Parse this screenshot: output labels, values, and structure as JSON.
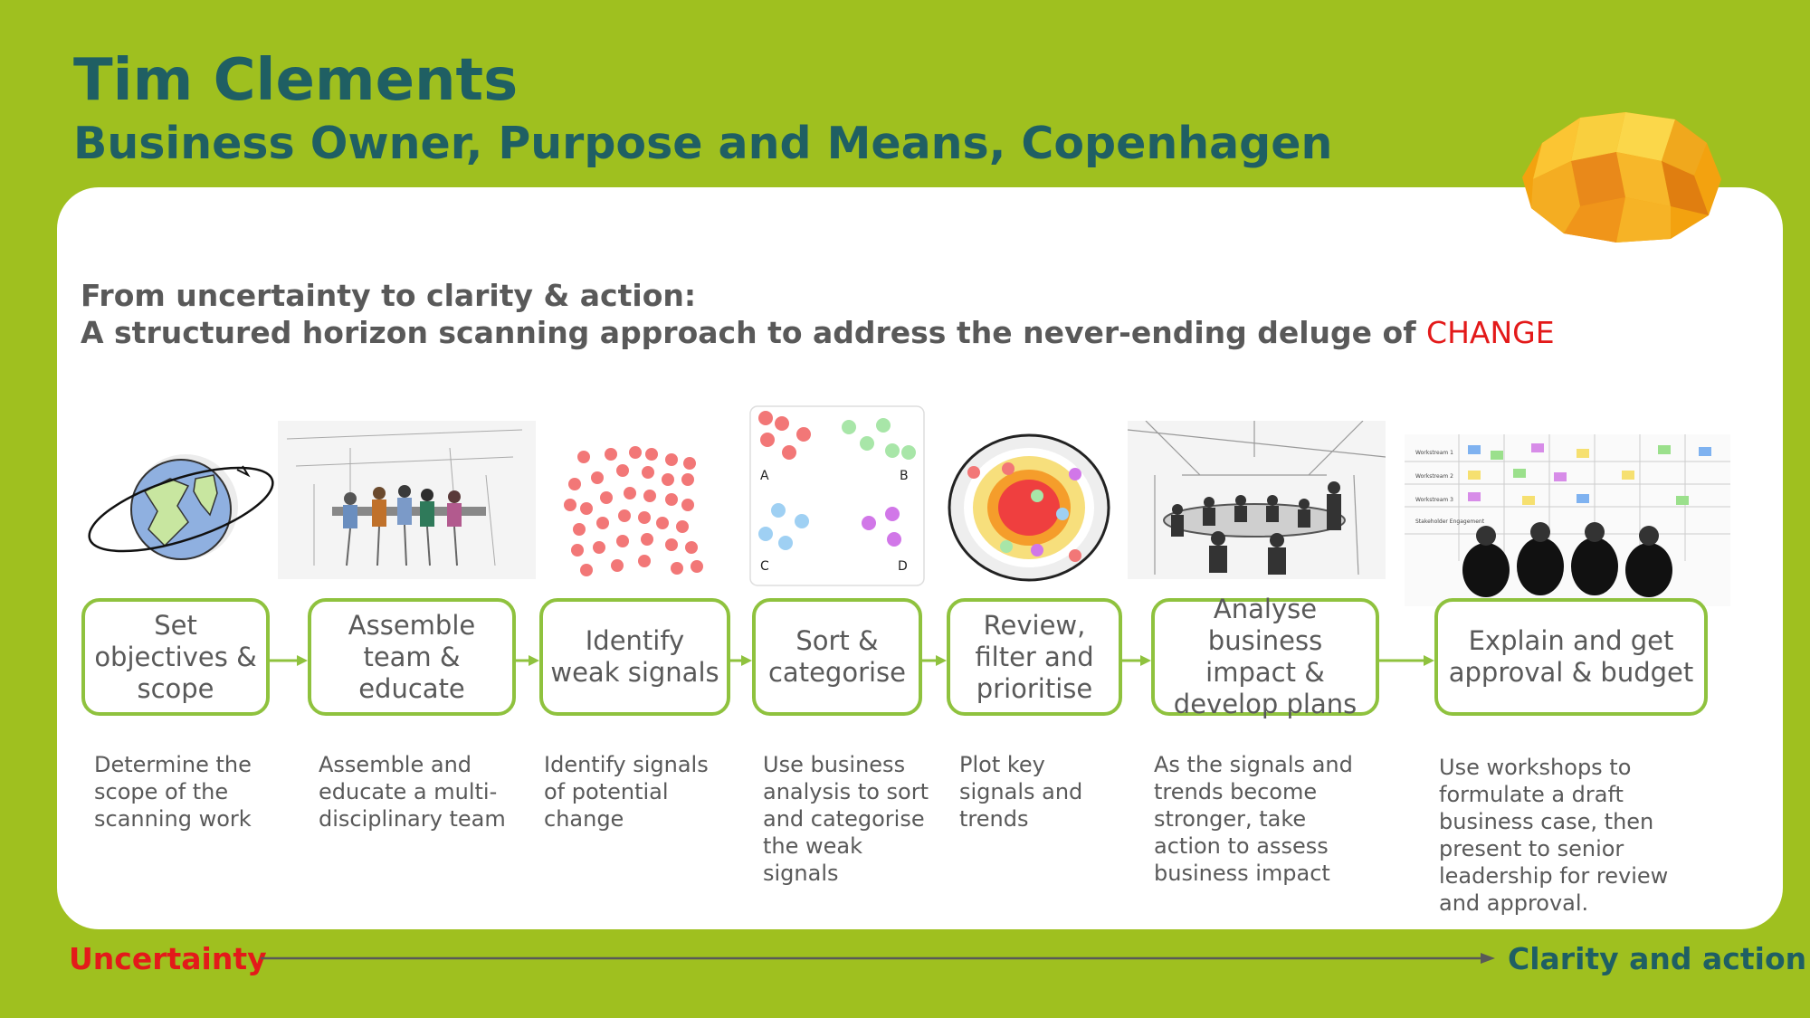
{
  "header": {
    "name": "Tim Clements",
    "role": "Business Owner, Purpose and Means, Copenhagen"
  },
  "heading": {
    "line1": "From uncertainty to clarity & action:",
    "line2_prefix": "A structured horizon scanning approach to address the never-ending deluge of ",
    "line2_highlight": "CHANGE"
  },
  "sort_labels": {
    "a": "A",
    "b": "B",
    "c": "C",
    "d": "D"
  },
  "roadmap_labels": [
    "Workstream 1",
    "Workstream 2",
    "Workstream 3",
    "Stakeholder Engagement"
  ],
  "steps": [
    {
      "title": "Set objectives & scope",
      "description": "Determine the scope of the scanning work"
    },
    {
      "title": "Assemble team & educate",
      "description": "Assemble and educate a multi-disciplinary team"
    },
    {
      "title": "Identify weak signals",
      "description": "Identify signals of potential change"
    },
    {
      "title": "Sort & categorise",
      "description": "Use business analysis to sort and categorise the weak signals"
    },
    {
      "title": "Review, filter and prioritise",
      "description": "Plot key signals and trends"
    },
    {
      "title": "Analyse business impact & develop plans",
      "description": "As the signals and trends become stronger, take action to assess business impact"
    },
    {
      "title": "Explain and get approval & budget",
      "description": "Use workshops to formulate a draft business case, then present to senior leadership for review and approval."
    }
  ],
  "axis": {
    "start": "Uncertainty",
    "end": "Clarity and action"
  },
  "colors": {
    "background": "#9fc01f",
    "title": "#1f5f63",
    "accent_red": "#e31a1a",
    "box_border": "#8fc23e",
    "text_gray": "#595959"
  }
}
